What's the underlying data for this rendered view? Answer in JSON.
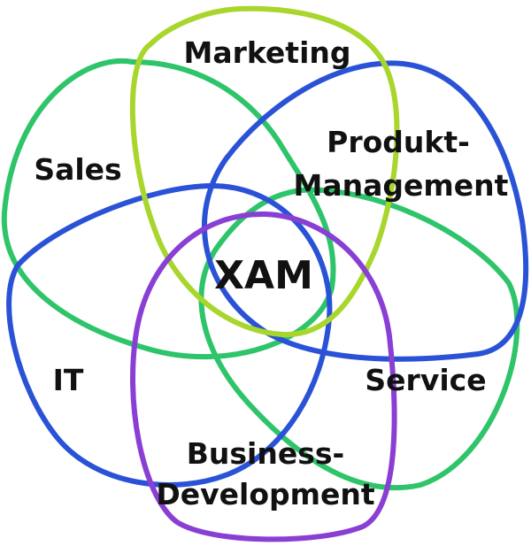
{
  "diagram": {
    "center": "XAM",
    "labels": {
      "marketing": "Marketing",
      "sales": "Sales",
      "produkt_line1": "Produkt-",
      "produkt_line2": "Management",
      "it": "IT",
      "service": "Service",
      "business_line1": "Business-",
      "business_line2": "Development"
    },
    "colors": {
      "marketing": "#a8d62c",
      "sales": "#2ec46a",
      "produkt": "#2a52d6",
      "it": "#2a52d6",
      "service": "#2ec46a",
      "business": "#8a3fd4"
    }
  }
}
